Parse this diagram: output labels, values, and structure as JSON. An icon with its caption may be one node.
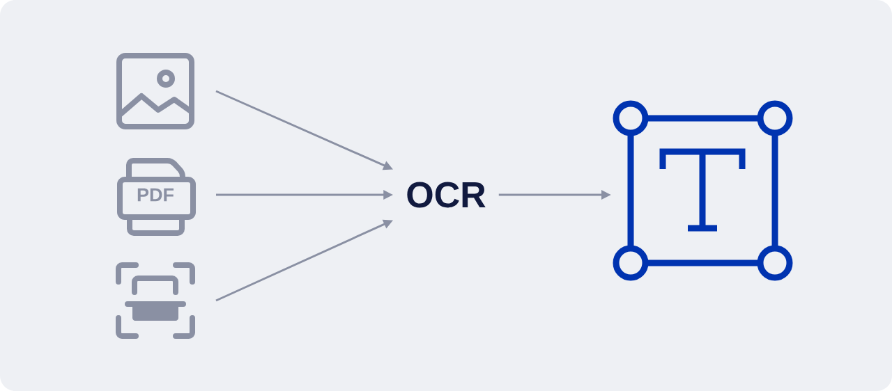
{
  "diagram": {
    "nodes": [
      {
        "text": [],
        "shape": "picture"
      },
      {
        "text": [
          "PDF"
        ]
      },
      {
        "text": [],
        "shape": "picture"
      },
      {
        "text": [
          "OCR"
        ]
      },
      {
        "text": [],
        "shape": "picture"
      }
    ],
    "edges": [
      {
        "from": 0,
        "to": 3,
        "arrow": "to"
      },
      {
        "from": 1,
        "to": 3,
        "arrow": "to"
      },
      {
        "from": 2,
        "to": 3,
        "arrow": "to"
      },
      {
        "from": 3,
        "to": 4,
        "arrow": "to"
      }
    ]
  }
}
